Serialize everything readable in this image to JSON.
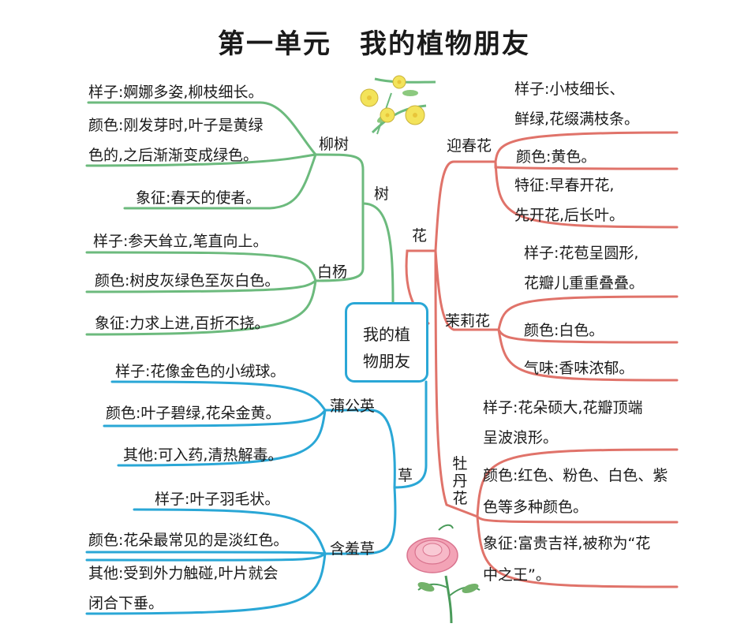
{
  "title": "第一单元　我的植物朋友",
  "center": {
    "line1": "我的植",
    "line2": "物朋友"
  },
  "colors": {
    "tree": "#6cba7d",
    "flower": "#e0736a",
    "grass": "#2aa7d6"
  },
  "tree": {
    "label": "树",
    "willow": {
      "label": "柳树",
      "items": [
        "样子:婀娜多姿,柳枝细长。",
        "颜色:刚发芽时,叶子是黄绿",
        "色的,之后渐渐变成绿色。",
        "象征:春天的使者。"
      ]
    },
    "poplar": {
      "label": "白杨",
      "items": [
        "样子:参天耸立,笔直向上。",
        "颜色:树皮灰绿色至灰白色。",
        "象征:力求上进,百折不挠。"
      ]
    }
  },
  "grass": {
    "label": "草",
    "dandelion": {
      "label": "蒲公英",
      "items": [
        "样子:花像金色的小绒球。",
        "颜色:叶子碧绿,花朵金黄。",
        "其他:可入药,清热解毒。"
      ]
    },
    "mimosa": {
      "label": "含羞草",
      "items": [
        "样子:叶子羽毛状。",
        "颜色:花朵最常见的是淡红色。",
        "其他:受到外力触碰,叶片就会",
        "闭合下垂。"
      ]
    }
  },
  "flower": {
    "label": "花",
    "jasmine_winter": {
      "label": "迎春花",
      "items": [
        "样子:小枝细长、",
        "鲜绿,花缀满枝条。",
        "颜色:黄色。",
        "特征:早春开花,",
        "先开花,后长叶。"
      ]
    },
    "jasmine": {
      "label": "茉莉花",
      "items": [
        "样子:花苞呈圆形,",
        "花瓣儿重重叠叠。",
        "颜色:白色。",
        "气味:香味浓郁。"
      ]
    },
    "peony": {
      "label": "牡丹花",
      "label_chars": [
        "牡",
        "丹",
        "花"
      ],
      "items": [
        "样子:花朵硕大,花瓣顶端",
        "呈波浪形。",
        "颜色:红色、粉色、白色、紫",
        "色等多种颜色。",
        "象征:富贵吉祥,被称为“花",
        "中之王”。"
      ]
    }
  }
}
